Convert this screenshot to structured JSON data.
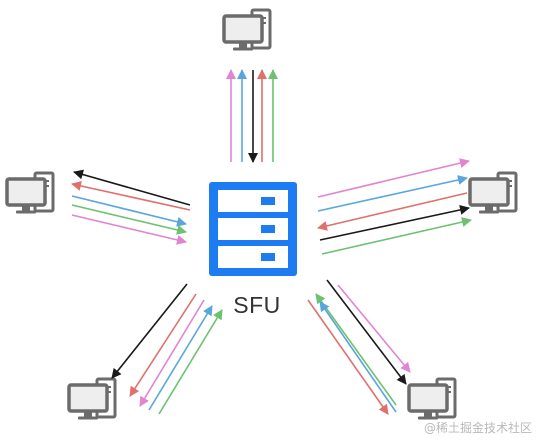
{
  "server": {
    "label": "SFU"
  },
  "watermark": "@稀土掘金技术社区",
  "colors": {
    "server_blue": "#1e7cf2",
    "pc_gray": "#6b6b6b",
    "pc_screen": "#eeeeee",
    "arrow_black": "#1a1a1a",
    "arrow_red": "#e0706b",
    "arrow_blue": "#5aa6dc",
    "arrow_green": "#6cc26f",
    "arrow_pink": "#e184d2"
  },
  "clients": [
    {
      "id": "top",
      "icon": "computer-icon"
    },
    {
      "id": "left",
      "icon": "computer-icon"
    },
    {
      "id": "right",
      "icon": "computer-icon"
    },
    {
      "id": "bottom-left",
      "icon": "computer-icon"
    },
    {
      "id": "bottom-right",
      "icon": "computer-icon"
    }
  ]
}
